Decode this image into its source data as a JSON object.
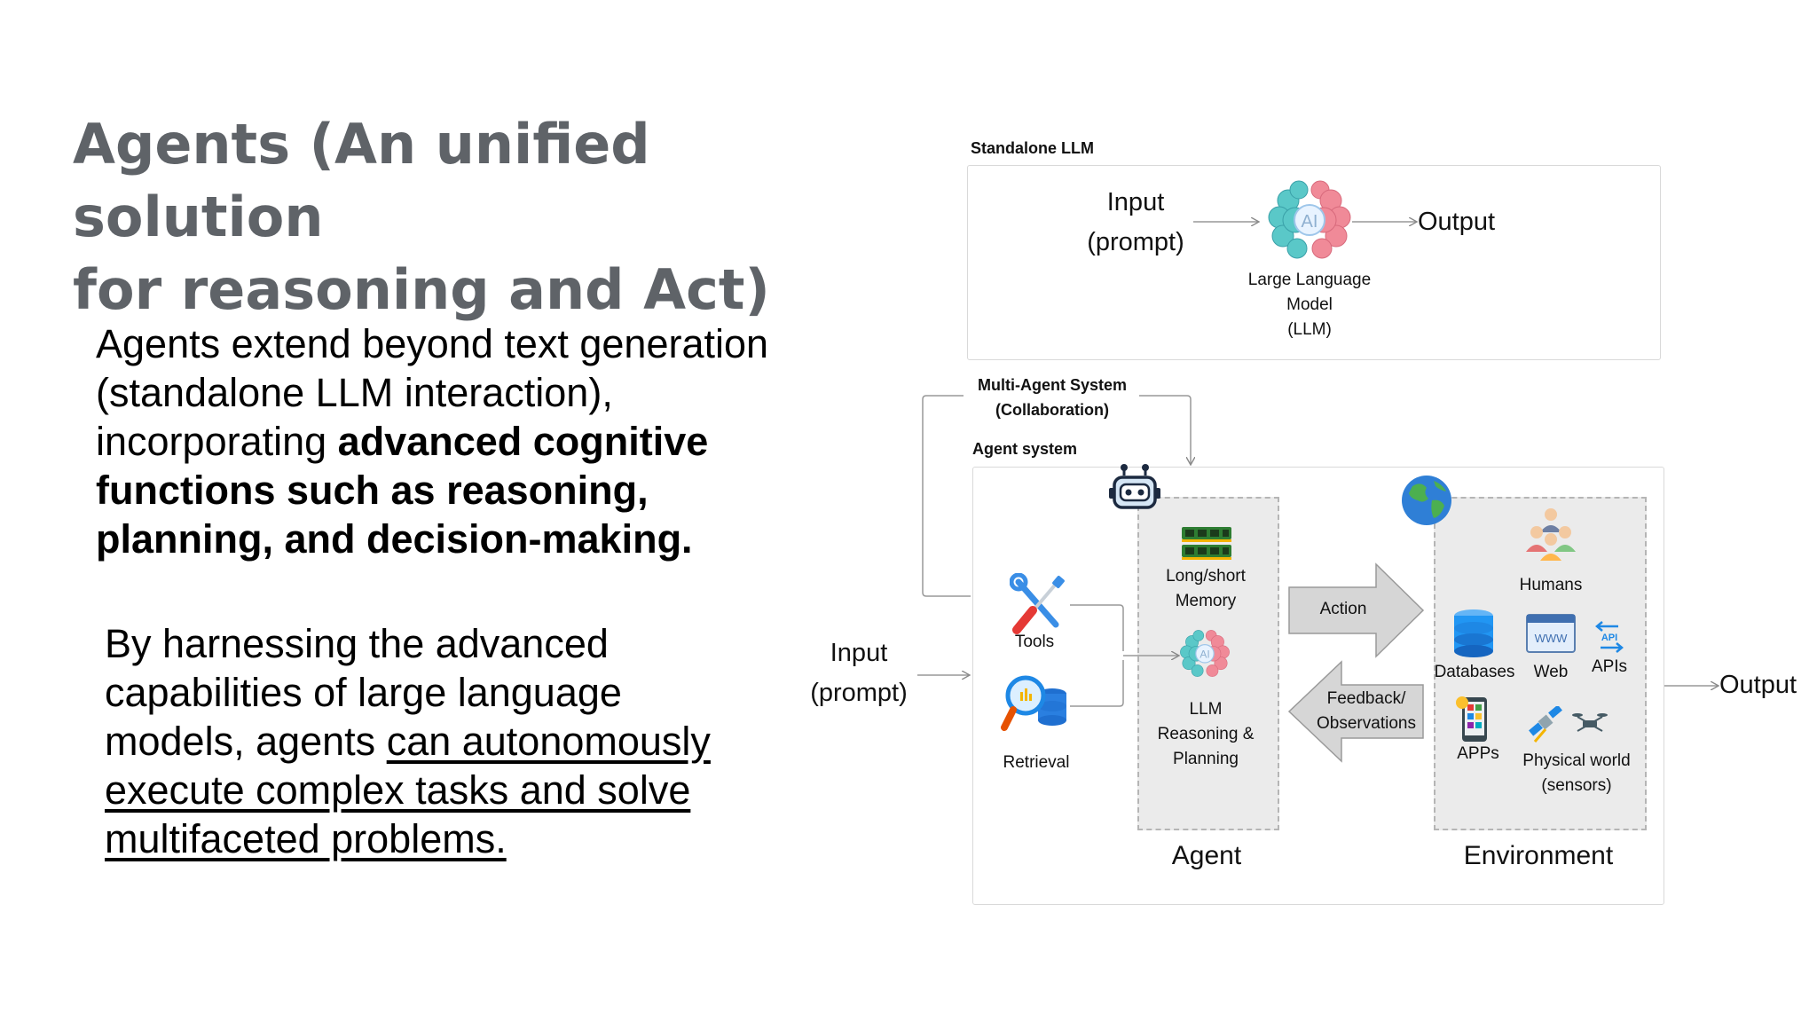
{
  "slide": {
    "title_line1": "Agents (An unified solution",
    "title_line2": "for reasoning and Act)",
    "para1": {
      "l1": "Agents extend beyond text generation",
      "l2": "(standalone LLM interaction),",
      "l3_plain": "incorporating ",
      "l3_bold": "advanced cognitive",
      "l4": "functions such as reasoning,",
      "l5": "planning, and decision-making."
    },
    "para2": {
      "l1": "By harnessing the advanced",
      "l2": "capabilities of large language",
      "l3_plain": "models, agents ",
      "l3_under": "can autonomously",
      "l4": "execute complex tasks and solve",
      "l5": "multifaceted problems."
    }
  },
  "diagram": {
    "standalone": {
      "section_label": "Standalone LLM",
      "input_l1": "Input",
      "input_l2": "(prompt)",
      "output": "Output",
      "llm_l1": "Large Language",
      "llm_l2": "Model",
      "llm_l3": "(LLM)",
      "ai_text": "AI"
    },
    "multi_agent": {
      "l1": "Multi-Agent System",
      "l2": "(Collaboration)"
    },
    "agent_system_label": "Agent system",
    "outer_input_l1": "Input",
    "outer_input_l2": "(prompt)",
    "outer_output": "Output",
    "tools": "Tools",
    "retrieval": "Retrieval",
    "memory_l1": "Long/short",
    "memory_l2": "Memory",
    "llm_l1": "LLM",
    "llm_l2": "Reasoning &",
    "llm_l3": "Planning",
    "agent_title": "Agent",
    "action": "Action",
    "feedback_l1": "Feedback/",
    "feedback_l2": "Observations",
    "environment_title": "Environment",
    "humans": "Humans",
    "databases": "Databases",
    "web": "Web",
    "www": "WWW",
    "apis": "APIs",
    "api_tag": "API",
    "apps": "APPs",
    "physical_l1": "Physical world",
    "physical_l2": "(sensors)",
    "icons": [
      "robot-icon",
      "globe-icon",
      "wrench-screwdriver-icon",
      "magnifier-database-icon",
      "ram-memory-icon",
      "brain-ai-icon",
      "people-icon",
      "database-icon",
      "browser-icon",
      "api-arrows-icon",
      "phone-apps-icon",
      "satellite-drone-icon"
    ]
  },
  "colors": {
    "title_gray": "#5f6368",
    "panel_gray": "#ebebeb",
    "arrow_gray": "#d6d6d6",
    "brain_teal": "#5ac8c8",
    "brain_pink": "#f08a98"
  }
}
